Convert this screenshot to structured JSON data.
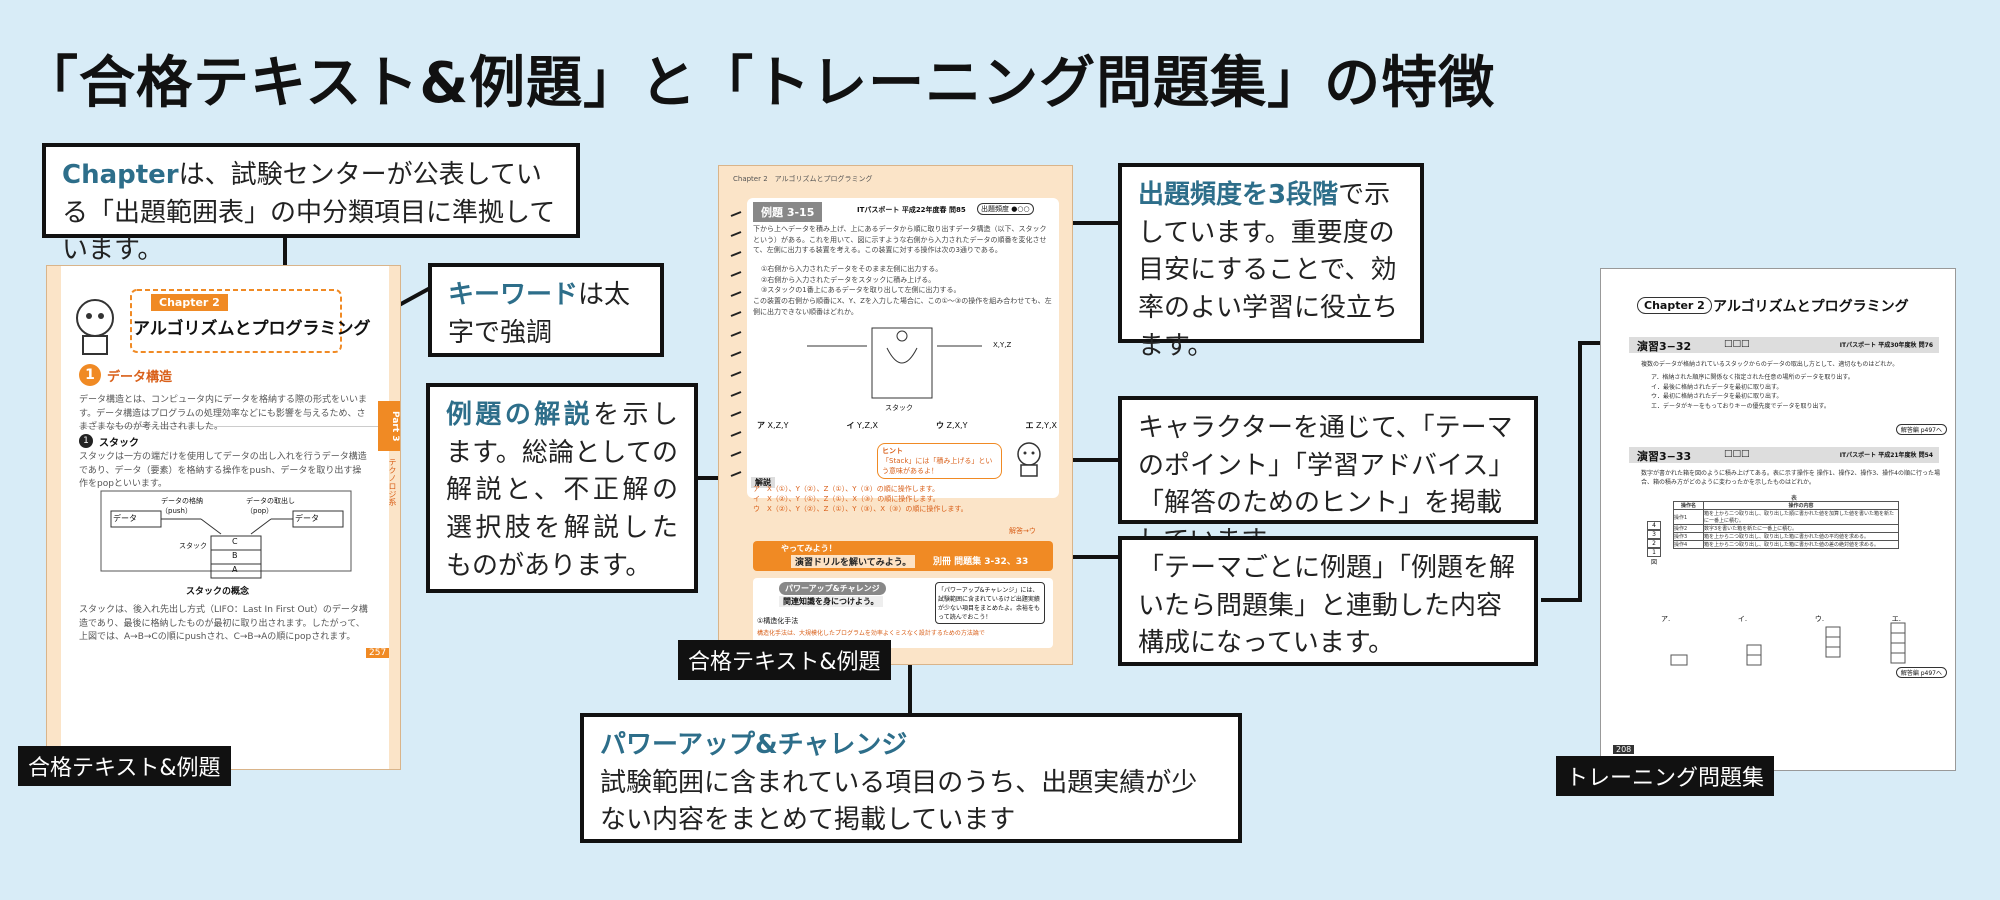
{
  "title": "「合格テキスト&例題」と「トレーニング問題集」の特徴",
  "callouts": {
    "chapter": {
      "hl": "Chapter",
      "text": "は、試験センターが公表している「出題範囲表」の中分類項目に準拠しています。"
    },
    "keyword": {
      "hl": "キーワード",
      "text": "は太字で強調"
    },
    "explanation": {
      "hl": "例題の解説",
      "text": "を示します。総論としての解説と、不正解の選択肢を解説したものがあります。"
    },
    "frequency": {
      "hl": "出題頻度を3段階",
      "text": "で示しています。重要度の目安にすることで、効率のよい学習に役立ちます。"
    },
    "character": {
      "text": "キャラクターを通じて、「テーマのポイント」「学習アドバイス」「解答のためのヒント」を掲載しています。"
    },
    "linked": {
      "text": "「テーマごとに例題」「例題を解いたら問題集」と連動した内容構成になっています。"
    },
    "powerup": {
      "hl": "パワーアップ&チャレンジ",
      "text": "試験範囲に含まれている項目のうち、出題実績が少ない内容をまとめて掲載しています"
    }
  },
  "tags": {
    "left": "合格テキスト&例題",
    "mid": "合格テキスト&例題",
    "right": "トレーニング問題集"
  },
  "left_page": {
    "chapter_label": "Chapter 2",
    "chapter_title": "アルゴリズムとプログラミング",
    "section_no": "1",
    "section_title": "データ構造",
    "intro": "データ構造とは、コンピュータ内にデータを格納する際の形式をいいます。データ構造はプログラムの処理効率などにも影響を与えるため、さまざまなものが考え出されました。",
    "sub_no": "1",
    "sub_title": "スタック",
    "body1": "スタックは一方の端だけを使用してデータの出し入れを行うデータ構造であり、データ（要素）を格納する操作をpush、データを取り出す操作をpopといいます。",
    "diagram_caption": "スタックの概念",
    "box_left": "データ",
    "box_right": "データ",
    "arrow_push": "データの格納（push）",
    "arrow_pop": "データの取出し（pop）",
    "stack_label": "スタック",
    "stack_items": [
      "C",
      "B",
      "A"
    ],
    "body2": "スタックは、後入れ先出し方式（LIFO：Last In First Out）のデータ構造であり、最後に格納したものが最初に取り出されます。したがって、上図では、A→B→Cの順にpushされ、C→B→Aの順にpopされます。",
    "part_label": "Part 3",
    "part_sub": "テクノロジ系",
    "page_no": "257"
  },
  "mid_page": {
    "header": "Chapter 2　アルゴリズムとプログラミング",
    "example_label": "例題 3-15",
    "exam_info": "ITパスポート 平成22年度春 問85",
    "freq_label": "出題頻度",
    "question": "下から上へデータを積み上げ、上にあるデータから順に取り出すデータ構造（以下、スタックという）がある。これを用いて、図に示すような右側から入力されたデータの順番を変化させて、左側に出力する装置を考える。この装置に対する操作は次の3通りである。",
    "ops": [
      "①右側から入力されたデータをそのまま左側に出力する。",
      "②右側から入力されたデータをスタックに積み上げる。",
      "③スタックの1番上にあるデータを取り出して左側に出力する。"
    ],
    "question2": "この装置の右側から順番にX、Y、Zを入力した場合に、この①～③の操作を組み合わせても、左側に出力できない順番はどれか。",
    "stack_label": "スタック",
    "input_label": "X,Y,Z",
    "choices": [
      {
        "k": "ア",
        "v": "X,Z,Y"
      },
      {
        "k": "イ",
        "v": "Y,Z,X"
      },
      {
        "k": "ウ",
        "v": "Z,X,Y"
      },
      {
        "k": "エ",
        "v": "Z,Y,X"
      }
    ],
    "hint_label": "ヒント",
    "hint_text": "「Stack」には「積み上げる」という意味があるよ！",
    "kaisetsu": "解説",
    "answers": [
      "ア　X（①）、Y（②）、Z（①）、Y（③）の順に操作します。",
      "イ　X（②）、Y（①）、Z（①）、X（③）の順に操作します。",
      "ウ　X（②）、Y（②）、Z（①）、Y（③）、X（③）の順に操作します。"
    ],
    "answer_mark": "解答→ウ",
    "drill_tag": "やってみよう！",
    "drill_text": "演習ドリルを解いてみよう。",
    "drill_ref": "別冊 問題集 3-32、33",
    "pa_title": "パワーアップ&チャレンジ",
    "pa_sub": "関連知識を身につけよう。",
    "pa_note": "「パワーアップ&チャレンジ」には、試験範囲に含まれているけど出題実績が少ない項目をまとめたよ。余裕をもって読んでおこう！",
    "pa_item": "①構造化手法",
    "pa_body": "構造化手法は、大規模化したプログラムを効率よくミスなく設計するための方法論で"
  },
  "right_page": {
    "chapter_label": "Chapter 2",
    "chapter_title": "アルゴリズムとプログラミング",
    "ex1_label": "演習3−32",
    "ex1_info": "ITパスポート 平成30年度秋 問76",
    "ex1_q": "複数のデータが格納されているスタックからのデータの取出し方として、適切なものはどれか。",
    "ex1_choices": [
      "ア．格納された順序に関係なく指定された任意の場所のデータを取り出す。",
      "イ．最後に格納されたデータを最初に取り出す。",
      "ウ．最初に格納されたデータを最初に取り出す。",
      "エ．データがキーをもっておりキーの優先度でデータを取り出す。"
    ],
    "ex1_ref": "解答編 p497へ",
    "ex2_label": "演習3−33",
    "ex2_info": "ITパスポート 平成21年度秋 問54",
    "ex2_q": "数字が書かれた箱を図のように積み上げてある。表に示す操作を 操作1、操作2、操作3、操作4の順に行った場合、箱の積み方がどのように変わったかを示したものはどれか。",
    "table_head": [
      "操作名",
      "操作の内容"
    ],
    "table_rows": [
      [
        "操作1",
        "箱を上から二つ取り出し、取り出した順に書かれた値を加算した値を書いた箱を新たに一番上に積む。"
      ],
      [
        "操作2",
        "数字3を書いた箱を新たに一番上に積む。"
      ],
      [
        "操作3",
        "箱を上から二つ取り出し、取り出した箱に書かれた値の平均値を求める。"
      ],
      [
        "操作4",
        "箱を上から二つ取り出し、取り出した箱に書かれた値の差の絶対値を求める。"
      ]
    ],
    "table_title": "表",
    "stack_left": [
      "4",
      "3",
      "2",
      "1"
    ],
    "stack_caption": "図",
    "choice_labels": [
      "ア.",
      "イ.",
      "ウ.",
      "エ."
    ],
    "ex2_ref": "解答編 p497へ",
    "page_no": "208"
  }
}
